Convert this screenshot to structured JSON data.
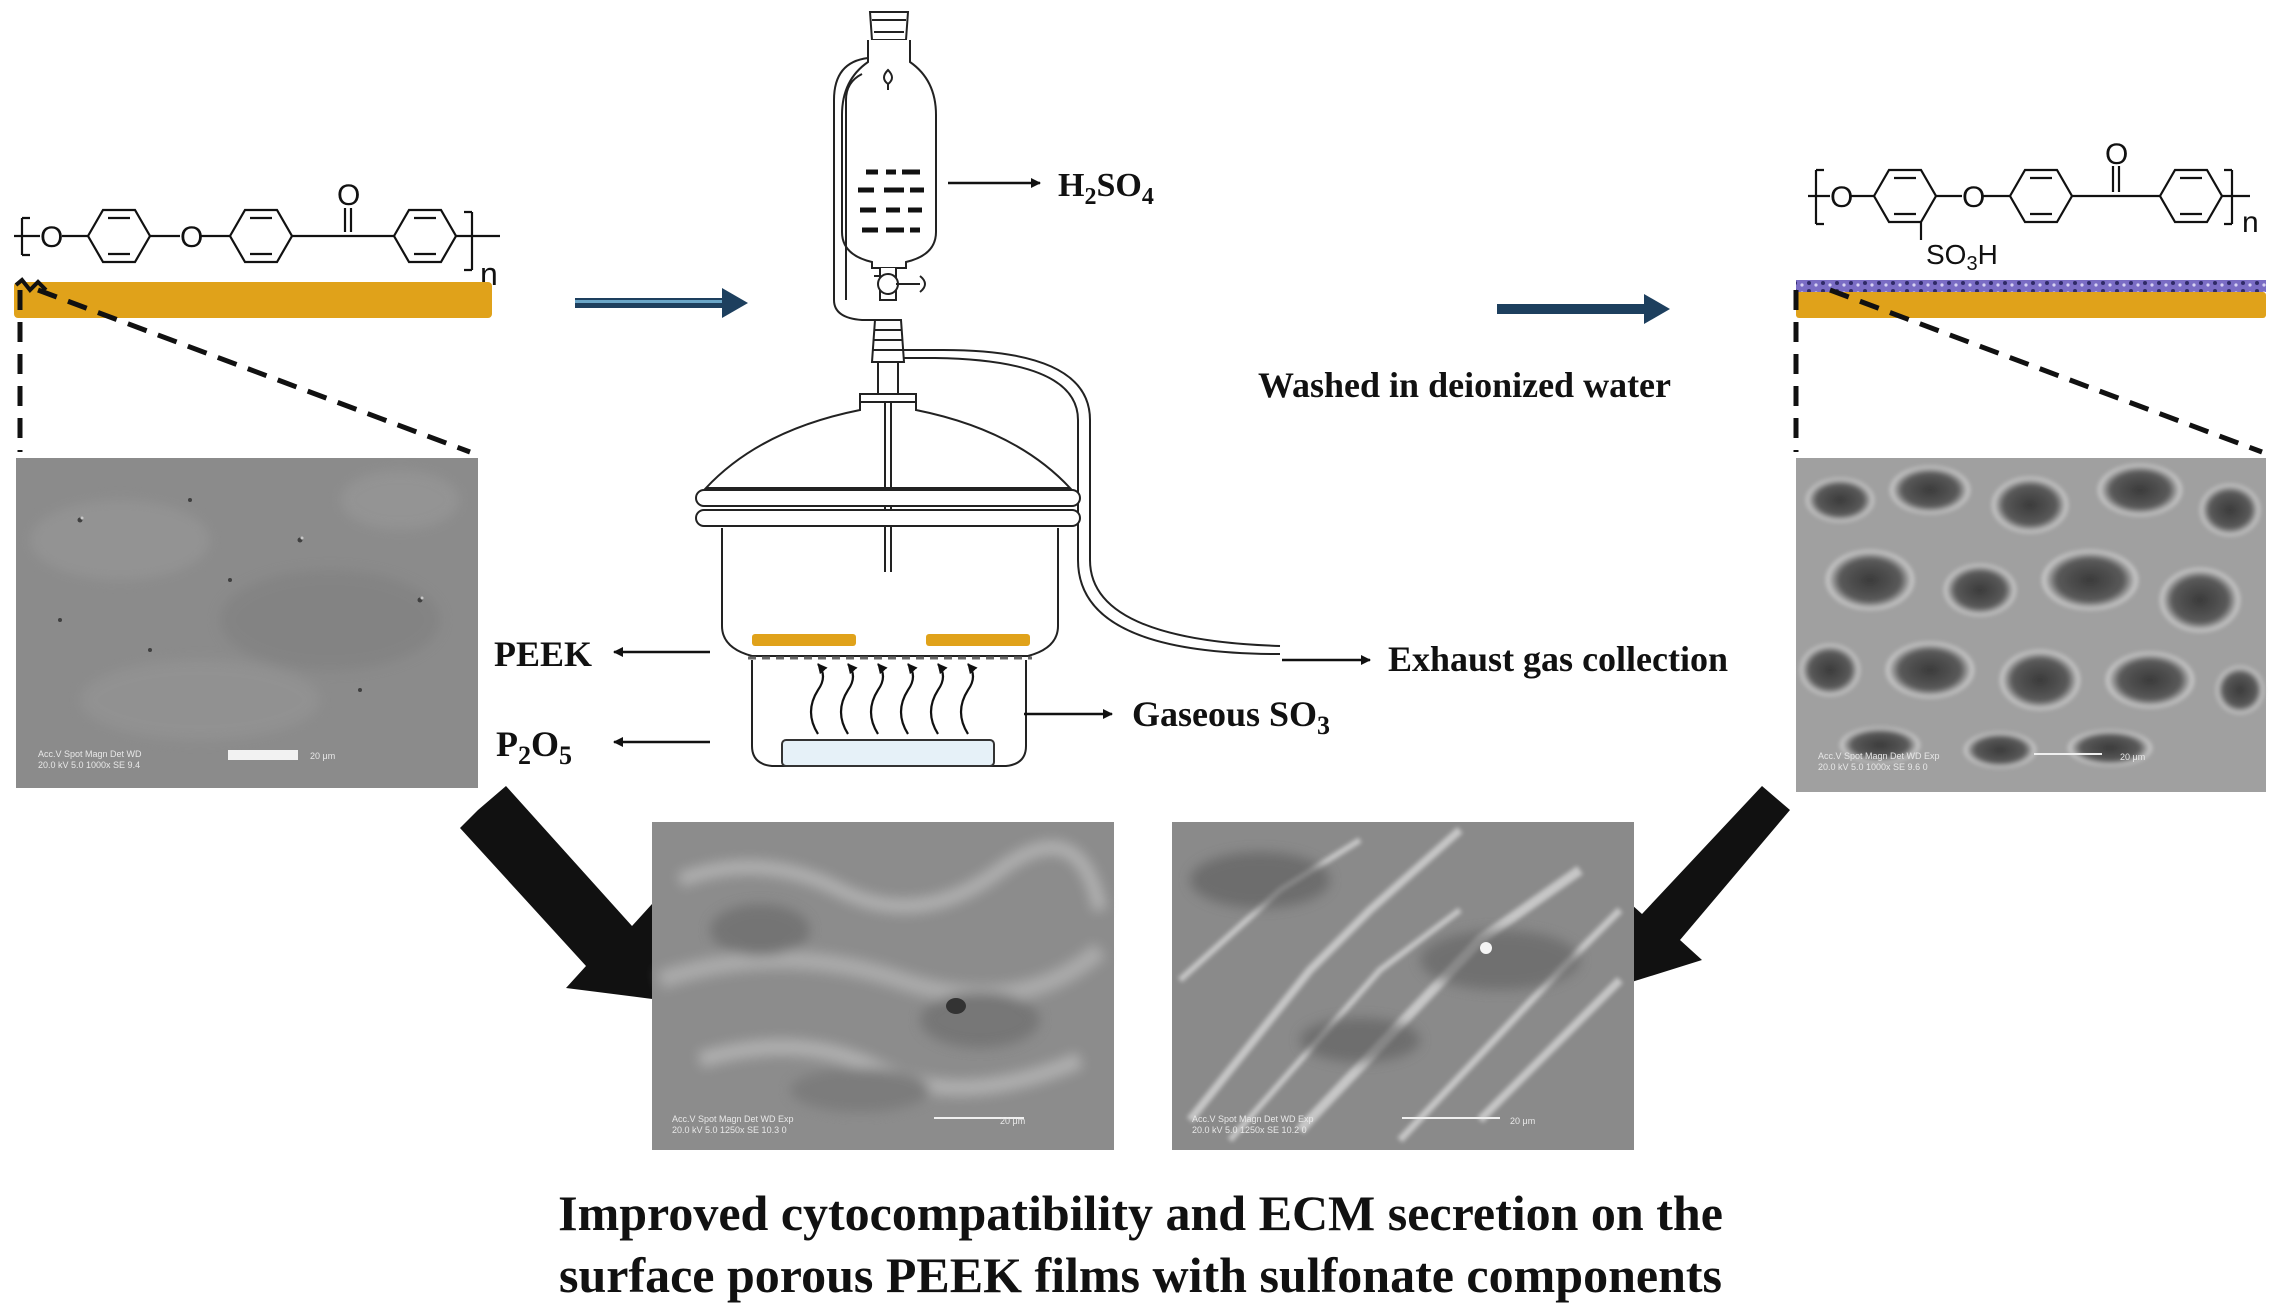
{
  "labels": {
    "h2so4_main": "H",
    "h2so4_sub1": "2",
    "h2so4_mid": "SO",
    "h2so4_sub2": "4",
    "peek": "PEEK",
    "p2o5_main": "P",
    "p2o5_sub1": "2",
    "p2o5_mid": "O",
    "p2o5_sub2": "5",
    "washed": "Washed in deionized water",
    "exhaust": "Exhaust gas collection",
    "gaseous": "Gaseous SO",
    "gaseous_sub": "3"
  },
  "chem": {
    "atom_o": "O",
    "repeat_n": "n",
    "sulfonate_pre": "SO",
    "sulfonate_sub": "3",
    "sulfonate_post": "H"
  },
  "sem_text": {
    "left_line1": "Acc.V  Spot Magn    Det  WD",
    "left_line2": "20.0 kV 5.0  1000x   SE  9.4",
    "left_scale": "20 μm",
    "right_line1": "Acc.V  Spot Magn    Det  WD  Exp",
    "right_line2": "20.0 kV 5.0  1000x   SE  9.6  0",
    "right_scale": "20 μm",
    "bl_line1": "Acc.V  Spot Magn    Det  WD  Exp",
    "bl_line2": "20.0 kV 5.0  1250x   SE  10.3  0",
    "bl_scale": "20 μm",
    "br_line1": "Acc.V  Spot Magn    Det  WD  Exp",
    "br_line2": "20.0 kV 5.0  1250x   SE  10.2  0",
    "br_scale": "20 μm"
  },
  "caption": {
    "line1": "Improved cytocompatibility and ECM secretion on the",
    "line2": "surface porous PEEK films with sulfonate components"
  },
  "colors": {
    "film": "#e0a21a",
    "sulfonated_layer": "#6a5fb0",
    "process_arrow": "#1d3f5e",
    "sem_gray": "#8a8a8a",
    "black": "#111111"
  }
}
